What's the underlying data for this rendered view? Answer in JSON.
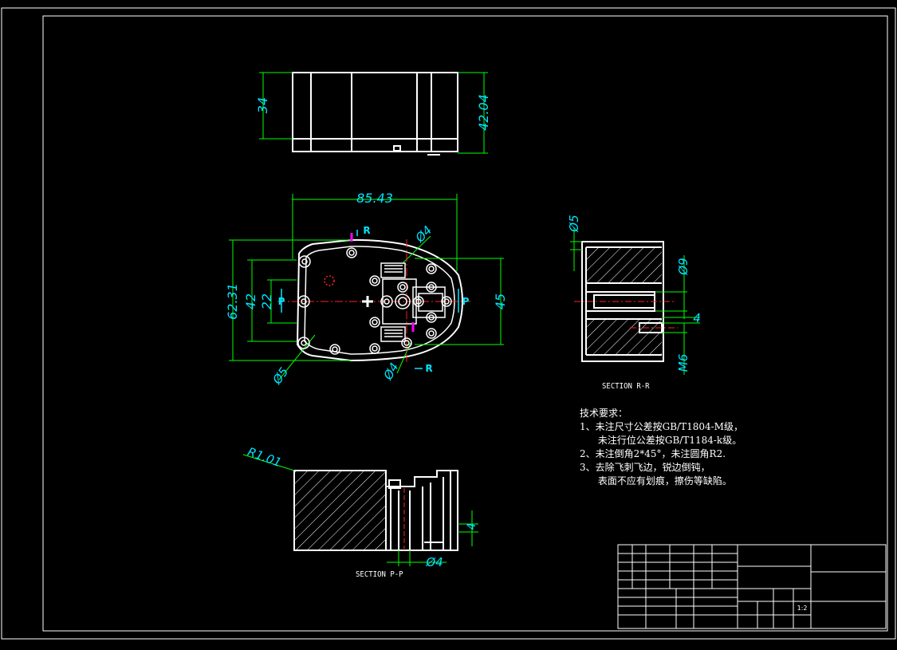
{
  "drawing": {
    "dimensions": {
      "top_height_34": "34",
      "top_height_42": "42.04",
      "width_85": "85.43",
      "height_62": "62.31",
      "height_42": "42",
      "height_22": "22",
      "height_45": "45",
      "dia4_top": "Ø4",
      "dia4_bottom": "Ø4",
      "dia5_left": "Ø5",
      "dia5_rr": "Ø5",
      "dia9_rr": "Ø9",
      "dim4_rr": "4",
      "m6_rr": "M6",
      "r101": "R1.01",
      "dim4_pp": "4",
      "dia4_pp": "Ø4"
    },
    "markers": {
      "p_left": "P",
      "p_right": "P",
      "r_top": "R",
      "r_bottom": "R"
    },
    "section_rr": "SECTION R-R",
    "section_pp": "SECTION P-P"
  },
  "requirements": {
    "title": "技术要求：",
    "line1": "1、未注尺寸公差按GB/T1804-M级，",
    "line2": "      未注行位公差按GB/T1184-k级。",
    "line3": "2、未注倒角2*45°，未注圆角R2.",
    "line4": "3、去除飞刺飞边，锐边倒钝，",
    "line5": "      表面不应有划痕，擦伤等缺陷。"
  },
  "title_block": {
    "scale": "1:2"
  },
  "colors": {
    "dimension": "#00e5ff",
    "outline": "#ffffff",
    "extension": "#00ff00",
    "centerline": "#ff2020",
    "accent": "#ff00ff"
  }
}
